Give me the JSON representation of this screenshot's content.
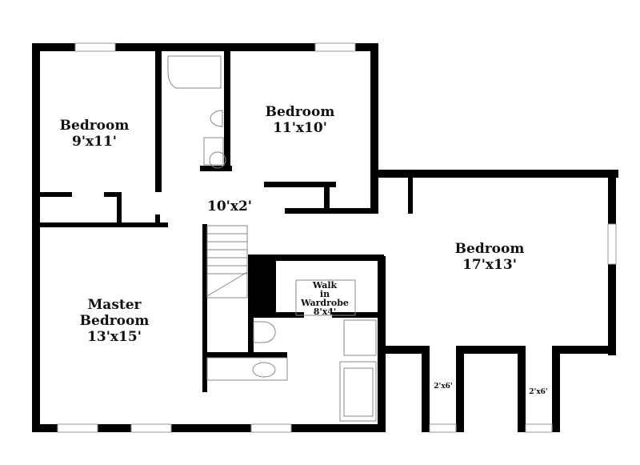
{
  "plan": {
    "rooms": [
      {
        "id": "bedroom-1",
        "name": "Bedroom",
        "size": "9'x11'"
      },
      {
        "id": "bedroom-2",
        "name": "Bedroom",
        "size": "11'x10'"
      },
      {
        "id": "bedroom-3",
        "name": "Bedroom",
        "size": "17'x13'"
      },
      {
        "id": "master-bedroom",
        "name_line1": "Master",
        "name_line2": "Bedroom",
        "size": "13'x15'"
      },
      {
        "id": "hall",
        "size": "10'x2'"
      },
      {
        "id": "walk-in-wardrobe",
        "name_line1": "Walk",
        "name_line2": "in",
        "name_line3": "Wardrobe",
        "size": "8'x4'"
      },
      {
        "id": "closet-1",
        "size": "2'x6'"
      },
      {
        "id": "closet-2",
        "size": "2'x6'"
      }
    ]
  }
}
